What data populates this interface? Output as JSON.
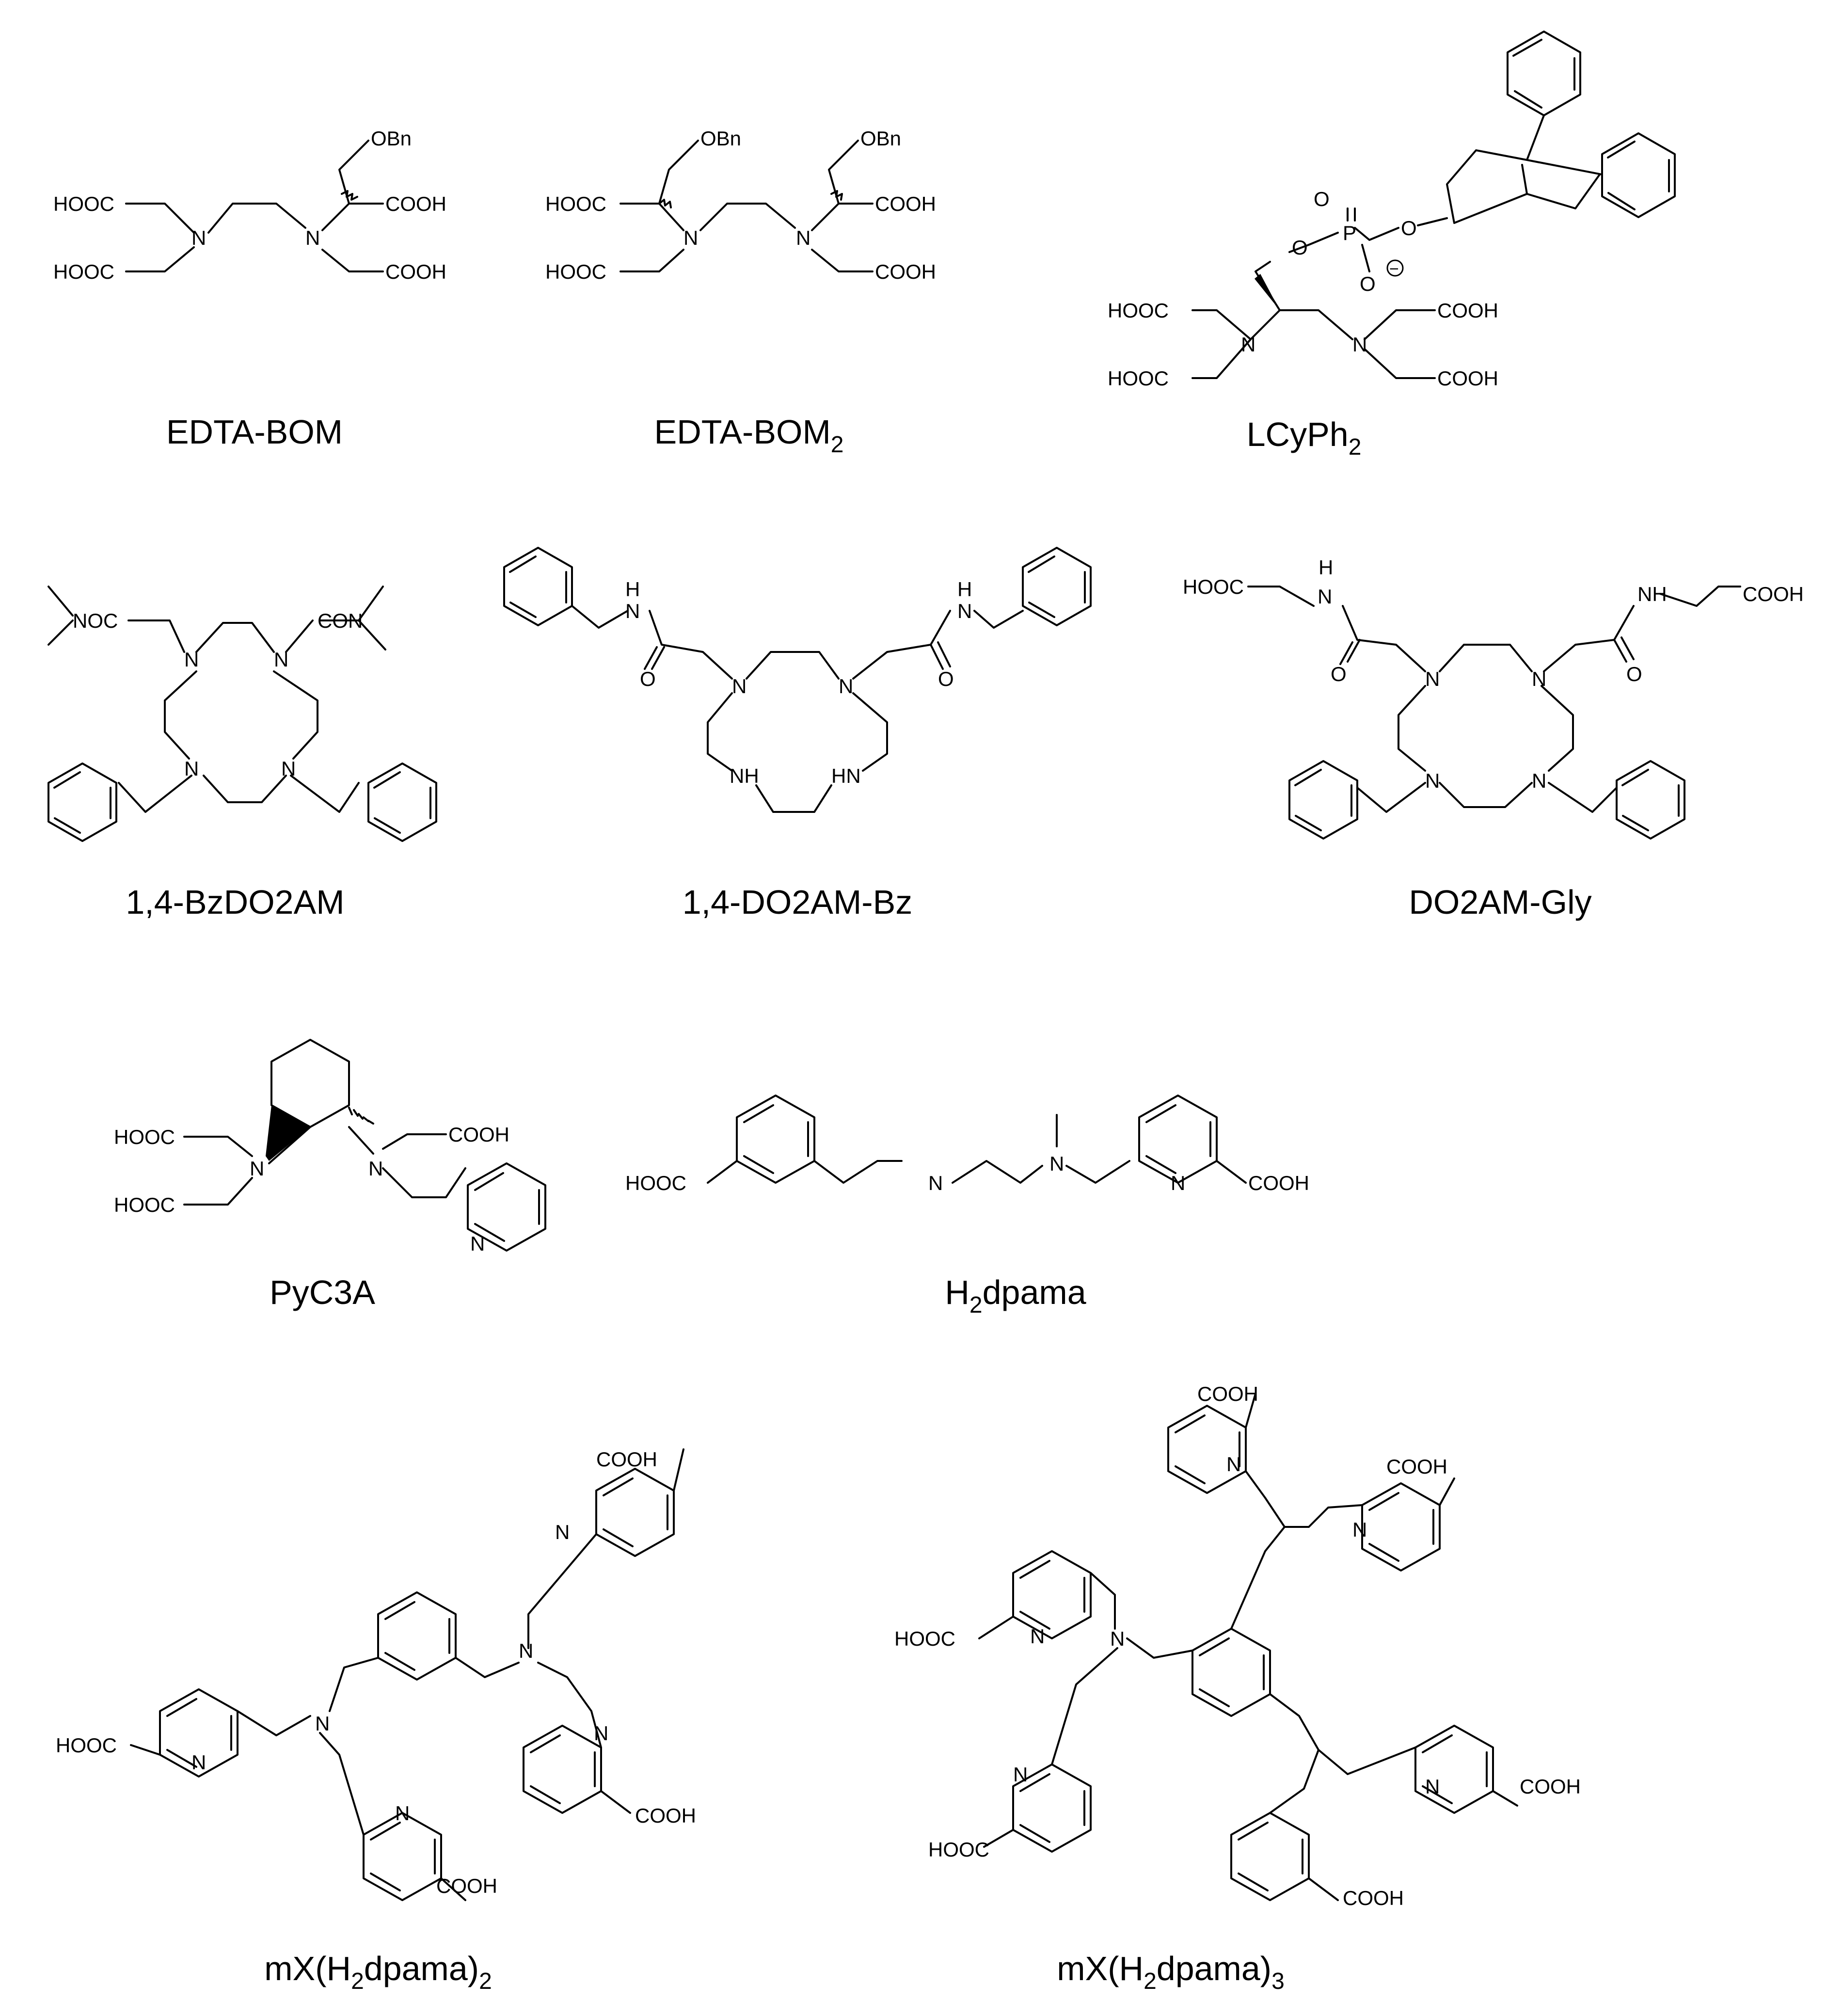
{
  "structures": [
    {
      "id": "edta-bom",
      "caption": "EDTA-BOM",
      "labels": [
        "HOOC",
        "HOOC",
        "N",
        "N",
        "OBn",
        "COOH",
        "COOH"
      ]
    },
    {
      "id": "edta-bom2",
      "caption": "EDTA-BOM",
      "caption_sub": "2",
      "labels": [
        "HOOC",
        "HOOC",
        "N",
        "N",
        "OBn",
        "OBn",
        "COOH",
        "COOH"
      ]
    },
    {
      "id": "lcyph2",
      "caption": "LCyPh",
      "caption_sub": "2",
      "labels": [
        "O",
        "P",
        "O",
        "O",
        "O",
        "−",
        "HOOC",
        "HOOC",
        "N",
        "N",
        "COOH",
        "COOH"
      ]
    },
    {
      "id": "bzdo2am",
      "caption": "1,4-BzDO2AM",
      "labels": [
        "NOC",
        "CON",
        "N",
        "N",
        "N",
        "N"
      ]
    },
    {
      "id": "do2am-bz",
      "caption": "1,4-DO2AM-Bz",
      "labels": [
        "H",
        "N",
        "H",
        "N",
        "O",
        "O",
        "N",
        "N",
        "NH",
        "HN"
      ]
    },
    {
      "id": "do2am-gly",
      "caption": "DO2AM-Gly",
      "labels": [
        "HOOC",
        "H",
        "N",
        "NH",
        "COOH",
        "O",
        "O",
        "N",
        "N",
        "N",
        "N"
      ]
    },
    {
      "id": "pyc3a",
      "caption": "PyC3A",
      "labels": [
        "HOOC",
        "HOOC",
        "N",
        "N",
        "COOH",
        "N"
      ]
    },
    {
      "id": "h2dpama",
      "caption_pre": "H",
      "caption_pre_sub": "2",
      "caption": "dpama",
      "labels": [
        "HOOC",
        "N",
        "N",
        "N",
        "COOH"
      ]
    },
    {
      "id": "mx2",
      "caption": "mX(H",
      "caption_sub": "2",
      "caption_post": "dpama)",
      "caption_post_sub": "2",
      "labels": [
        "HOOC",
        "N",
        "N",
        "N",
        "COOH",
        "N",
        "N",
        "N",
        "COOH",
        "COOH"
      ]
    },
    {
      "id": "mx3",
      "caption": "mX(H",
      "caption_sub": "2",
      "caption_post": "dpama)",
      "caption_post_sub": "3",
      "labels": [
        "COOH",
        "N",
        "COOH",
        "N",
        "HOOC",
        "N",
        "N",
        "N",
        "HOOC",
        "N",
        "COOH",
        "COOH"
      ]
    }
  ]
}
